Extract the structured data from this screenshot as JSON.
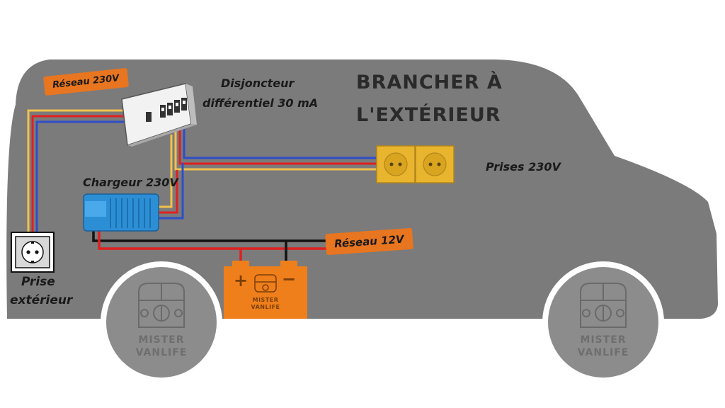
{
  "title": {
    "line1": "BRANCHER À",
    "line2": "L'EXTÉRIEUR"
  },
  "labels": {
    "breaker": "Disjoncteur",
    "breaker_sub": "différentiel 30 mA",
    "outlets": "Prises 230V",
    "charger": "Chargeur 230V",
    "outdoor_socket_line1": "Prise",
    "outdoor_socket_line2": "extérieur"
  },
  "tags": {
    "network_230": "Réseau 230V",
    "network_12": "Réseau 12V"
  },
  "brand": {
    "line1": "MISTER",
    "line2": "VANLIFE"
  },
  "battery": {
    "plus": "+",
    "minus": "−"
  },
  "colors": {
    "van_body": "#7b7b7b",
    "wheel": "#8c8c8c",
    "wheel_ring": "#ffffff",
    "wire_yellow": "#f2c14e",
    "wire_red": "#e02020",
    "wire_blue": "#2f4ec9",
    "wire_black": "#111111",
    "outlet": "#e9b52f",
    "battery": "#ef7f1a",
    "charger": "#2c8fd6",
    "tag_orange": "#e8751f"
  }
}
